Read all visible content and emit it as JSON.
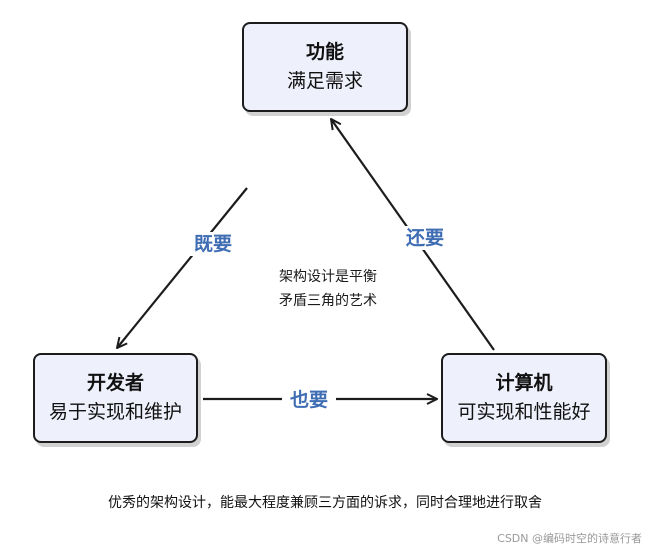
{
  "nodes": {
    "function": {
      "title": "功能",
      "subtitle": "满足需求"
    },
    "developer": {
      "title": "开发者",
      "subtitle": "易于实现和维护"
    },
    "computer": {
      "title": "计算机",
      "subtitle": "可实现和性能好"
    }
  },
  "edges": {
    "left": "既要",
    "right": "还要",
    "bottom": "也要"
  },
  "center_text": [
    "架构设计是平衡",
    "矛盾三角的艺术"
  ],
  "caption": "优秀的架构设计，能最大程度兼顾三方面的诉求，同时合理地进行取舍",
  "watermark": "CSDN @编码时空的诗意行者",
  "colors": {
    "node_fill": "#eef0fb",
    "edge_label": "#3f6db3",
    "stroke": "#1c1c1c"
  }
}
